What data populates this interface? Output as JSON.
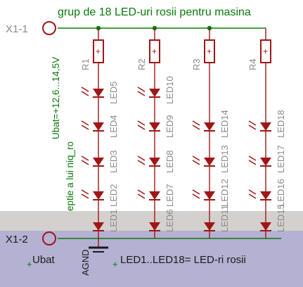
{
  "colors": {
    "wire": "#0a7a0a",
    "component": "#a01616",
    "label_grey": "#8a8a8a",
    "label_green": "#0a7a0a",
    "overlay_band": "#d4d0ce",
    "overlay_lower": "#b4b1d2"
  },
  "title": "grup de 18 LED-uri rosii pentru masina",
  "voltage_label": "Ubat=+12,6...14,5V",
  "reception_label": "eptie a lui niq_ro",
  "connector_top": "X1-1",
  "connector_bottom": "X1-2",
  "ubat_label": "Ubat",
  "agnd_label": "AGND",
  "legend": "LED1..LED18= LED-ri rosii",
  "resistors": [
    "R1",
    "R2",
    "R3",
    "R4"
  ],
  "resistor_symbol": "+",
  "columns": [
    {
      "leds": [
        "LED5",
        "LED4",
        "LED3",
        "LED2"
      ],
      "bottom": "LED1"
    },
    {
      "leds": [
        "LED10",
        "LED9",
        "LED8",
        "LED7"
      ],
      "bottom": "LED6"
    },
    {
      "leds": [
        "LED14",
        "LED13",
        "LED12"
      ],
      "bottom": "LED11"
    },
    {
      "leds": [
        "LED18",
        "LED17",
        "LED16"
      ],
      "bottom": "LED15"
    }
  ]
}
